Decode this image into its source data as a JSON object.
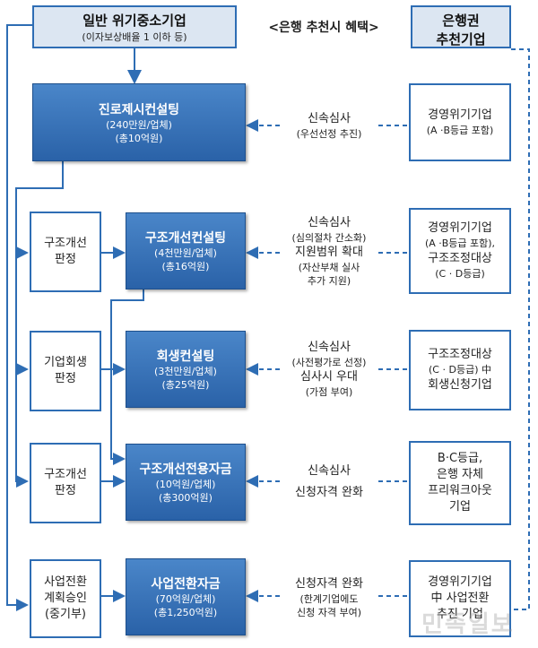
{
  "top_left_box": {
    "title": "일반 위기중소기업",
    "subtitle": "(이자보상배율 1 이하 등)"
  },
  "center_header": "<은행 추천시 혜택>",
  "top_right_box": {
    "line1": "은행권",
    "line2": "추천기업"
  },
  "rows": [
    {
      "main": {
        "title": "진로제시컨설팅",
        "line1": "(240만원/업체)",
        "line2": "(총10억원)"
      },
      "benefit": {
        "l1": "신속심사",
        "l2": "(우선선정 추진)"
      },
      "bank": {
        "l1": "경영위기기업",
        "l2": "(A ·B등급 포함)"
      }
    },
    {
      "left": {
        "l1": "구조개선",
        "l2": "판정"
      },
      "main": {
        "title": "구조개선컨설팅",
        "line1": "(4천만원/업체)",
        "line2": "(총16억원)"
      },
      "benefit": {
        "l1": "신속심사",
        "l2": "(심의절차 간소화)",
        "l3": "지원범위 확대",
        "l4": "(자산부채 실사",
        "l5": "추가 지원)"
      },
      "bank": {
        "l1": "경영위기기업",
        "l2": "(A ·B등급 포함),",
        "l3": "구조조정대상",
        "l4": "(C · D등급)"
      }
    },
    {
      "left": {
        "l1": "기업회생",
        "l2": "판정"
      },
      "main": {
        "title": "회생컨설팅",
        "line1": "(3천만원/업체)",
        "line2": "(총25억원)"
      },
      "benefit": {
        "l1": "신속심사",
        "l2": "(사전평가로 선정)",
        "l3": "심사시 우대",
        "l4": "(가점 부여)"
      },
      "bank": {
        "l1": "구조조정대상",
        "l2": "(C · D등급) 中",
        "l3": "회생신청기업"
      }
    },
    {
      "left": {
        "l1": "구조개선",
        "l2": "판정"
      },
      "main": {
        "title": "구조개선전용자금",
        "line1": "(10억원/업체)",
        "line2": "(총300억원)"
      },
      "benefit": {
        "l1": "신속심사",
        "l2": "신청자격 완화"
      },
      "bank": {
        "l1": "B·C등급,",
        "l2": "은행 자체",
        "l3": "프리워크아웃",
        "l4": "기업"
      }
    },
    {
      "left": {
        "l1": "사업전환",
        "l2": "계획승인",
        "l3": "(중기부)"
      },
      "main": {
        "title": "사업전환자금",
        "line1": "(70억원/업체)",
        "line2": "(총1,250억원)"
      },
      "benefit": {
        "l1": "신청자격 완화",
        "l2": "(한계기업에도",
        "l3": "신청 자격 부여)"
      },
      "bank": {
        "l1": "경영위기기업",
        "l2": "中 사업전환",
        "l3": "추진 기업"
      }
    }
  ],
  "watermark": "민족일보"
}
